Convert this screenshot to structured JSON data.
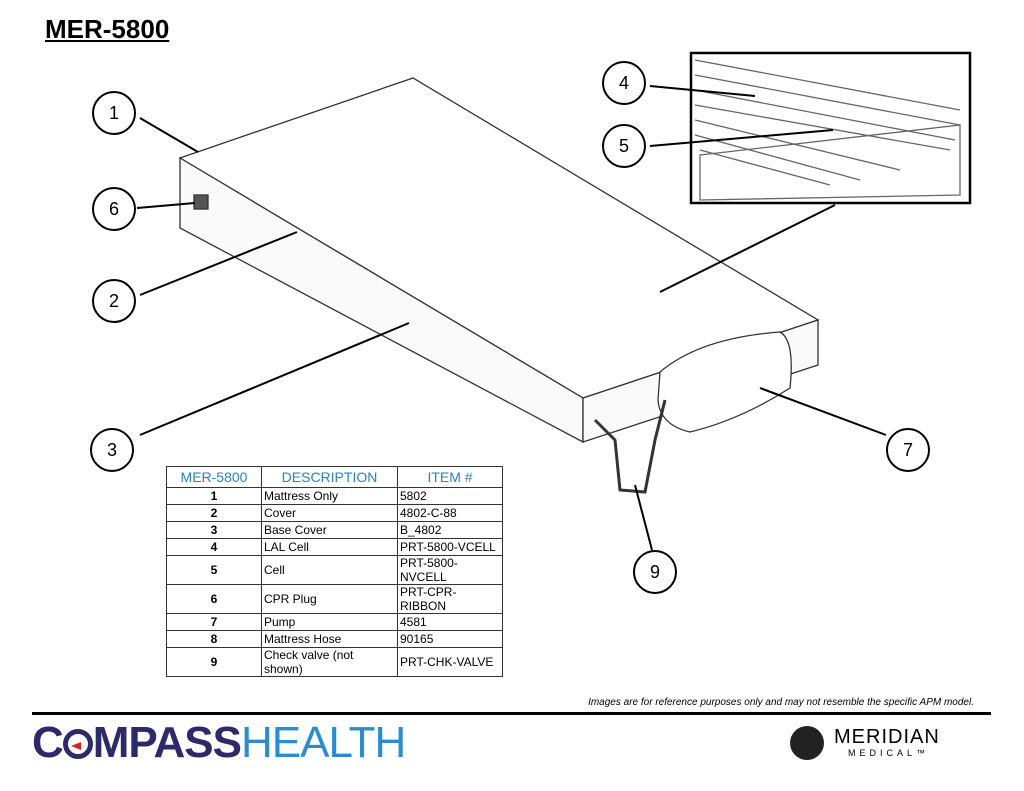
{
  "title": "MER-5800",
  "table": {
    "headers": [
      "MER-5800",
      "DESCRIPTION",
      "ITEM #"
    ],
    "rows": [
      {
        "num": "1",
        "desc": "Mattress Only",
        "item": "5802"
      },
      {
        "num": "2",
        "desc": "Cover",
        "item": "4802-C-88"
      },
      {
        "num": "3",
        "desc": "Base Cover",
        "item": "B_4802"
      },
      {
        "num": "4",
        "desc": "LAL Cell",
        "item": "PRT-5800-VCELL"
      },
      {
        "num": "5",
        "desc": "Cell",
        "item": "PRT-5800-NVCELL"
      },
      {
        "num": "6",
        "desc": "CPR Plug",
        "item": "PRT-CPR-RIBBON"
      },
      {
        "num": "7",
        "desc": "Pump",
        "item": "4581"
      },
      {
        "num": "8",
        "desc": "Mattress Hose",
        "item": "90165"
      },
      {
        "num": "9",
        "desc": "Check valve (not shown)",
        "item": "PRT-CHK-VALVE"
      }
    ]
  },
  "callouts": [
    "1",
    "6",
    "2",
    "3",
    "4",
    "5",
    "7",
    "9"
  ],
  "disclaimer": "Images are for reference purposes only and may not resemble the specific APM model.",
  "footer": {
    "compass_a": "C",
    "compass_b": "MPASS",
    "compass_c": "HEALTH",
    "meridian": "MERIDIAN",
    "medical": "MEDICAL™"
  }
}
